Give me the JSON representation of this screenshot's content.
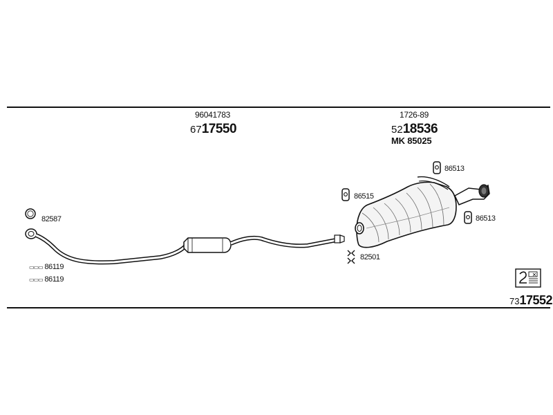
{
  "front_section": {
    "oe_number": "96041783",
    "part_prefix": "67",
    "part_number": "17550"
  },
  "rear_section": {
    "oe_number": "1726-89",
    "part_prefix": "52",
    "part_number": "18536",
    "kit_label": "MK  85025"
  },
  "parts": {
    "gasket_front": "82587",
    "bolt_1": "86119",
    "bolt_2": "86119",
    "clamp": "82501",
    "rubber_mid": "86515",
    "rubber_top": "86513",
    "rubber_rear": "86513"
  },
  "bolt_marker": "▭▭▭",
  "corner": {
    "prefix": "73",
    "number": "17552"
  }
}
